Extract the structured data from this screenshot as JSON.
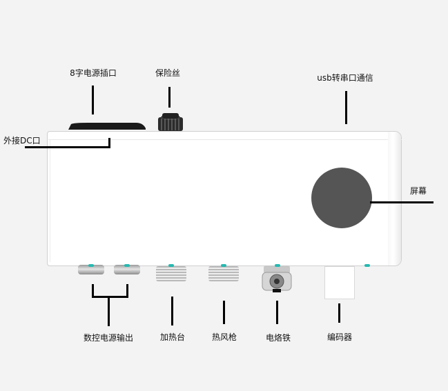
{
  "labels": {
    "socket_8": "8字电源插口",
    "fuse": "保险丝",
    "usb_serial": "usb转串口通信",
    "external_dc": "外接DC口",
    "screen": "屏幕",
    "cnc_power_out": "数控电源输出",
    "heat_bed": "加热台",
    "hot_air_gun": "热风枪",
    "soldering_iron": "电烙铁",
    "encoder": "编码器"
  },
  "colors": {
    "screen": "#555555",
    "connector_accent": "#27b9b0",
    "leader_line": "#000000"
  }
}
